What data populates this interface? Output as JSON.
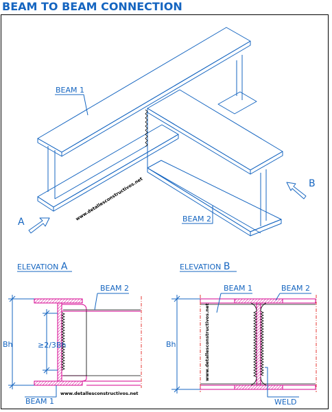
{
  "title": "BEAM TO BEAM CONNECTION",
  "iso": {
    "beam1_label": "BEAM 1",
    "beam2_label": "BEAM 2",
    "view_a": "A",
    "view_b": "B",
    "watermark": "www.detallesconstructivos.net"
  },
  "elevation_a": {
    "title_prefix": "ELEVATION ",
    "title_letter": "A",
    "beam2_label": "BEAM 2",
    "beam1_label": "BEAM 1",
    "height_label": "Bh",
    "weld_height_label": "≥2/3Bh",
    "watermark": "www.detallesconstructivos.net"
  },
  "elevation_b": {
    "title_prefix": "ELEVATION ",
    "title_letter": "B",
    "beam1_label": "BEAM 1",
    "beam2_label": "BEAM 2",
    "height_label": "Bh",
    "weld_label": "WELD",
    "watermark": "www.detallesconstructivos.net"
  },
  "colors": {
    "title": "#1565c0",
    "lines": "#1565c0",
    "steel_section": "#d6008f",
    "centerline": "#e53935"
  }
}
